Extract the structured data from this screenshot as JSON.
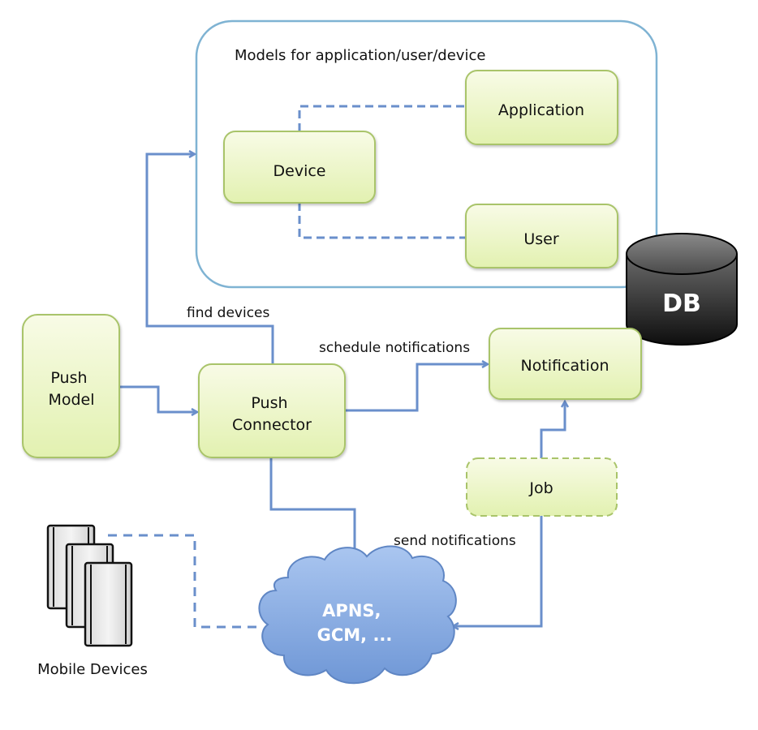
{
  "diagram": {
    "container": {
      "title": "Models for application/user/device"
    },
    "nodes": {
      "device": {
        "label": "Device"
      },
      "application": {
        "label": "Application"
      },
      "user": {
        "label": "User"
      },
      "push_model": {
        "label_lines": [
          "Push",
          "Model"
        ]
      },
      "push_connector": {
        "label_lines": [
          "Push",
          "Connector"
        ]
      },
      "notification": {
        "label": "Notification"
      },
      "job": {
        "label": "Job"
      },
      "db": {
        "label": "DB"
      },
      "cloud": {
        "label_lines": [
          "APNS,",
          "GCM, ..."
        ]
      },
      "mobile_devices": {
        "label": "Mobile Devices"
      }
    },
    "edges": {
      "find_devices": {
        "label": "find devices"
      },
      "schedule_notifications": {
        "label": "schedule notifications"
      },
      "send_notifications": {
        "label": "send notifications"
      }
    },
    "colors": {
      "box_fill_top": "#f7fbe3",
      "box_fill_bottom": "#e4f2b5",
      "box_border": "#a9c46a",
      "container_border": "#7fb3d3",
      "arrow": "#6a8fcb",
      "cloud_fill_top": "#a9c4ef",
      "cloud_fill_bottom": "#7199d8",
      "db_fill": "#1c1c1c"
    }
  }
}
